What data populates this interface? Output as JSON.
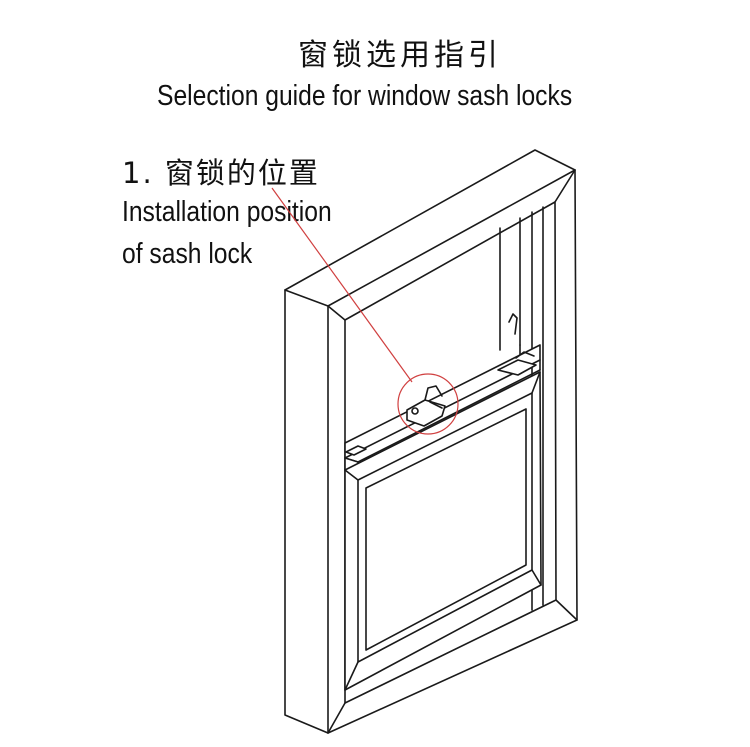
{
  "header": {
    "title_cn": "窗锁选用指引",
    "title_en": "Selection guide for window sash locks"
  },
  "section": {
    "number_title_cn": "1. 窗锁的位置",
    "label_en_line1": "Installation position",
    "label_en_line2": "of sash lock"
  },
  "colors": {
    "line": "#1a1a1a",
    "callout": "#d04040",
    "background": "#ffffff"
  }
}
